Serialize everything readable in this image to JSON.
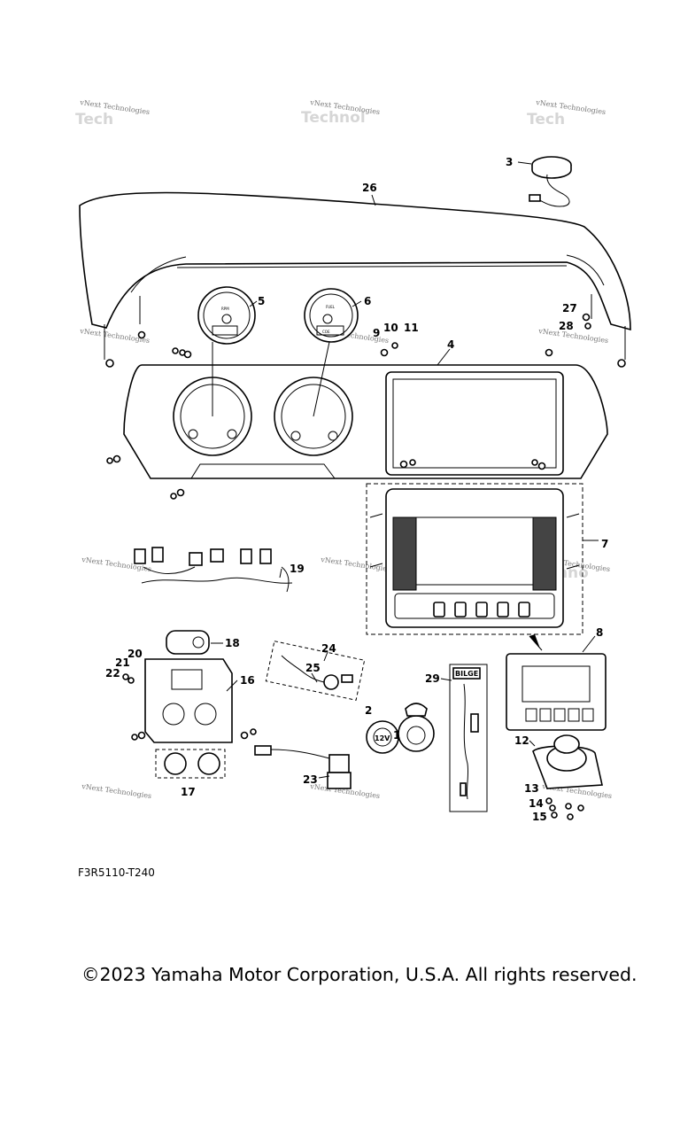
{
  "diagram_code": "F3R5110-T240",
  "copyright": "©2023 Yamaha Motor Corporation, U.S.A. All rights reserved.",
  "watermark_text": "vNext Technologies",
  "watermark_fragments": [
    "Tech",
    "Technol",
    "logies",
    "Techno"
  ],
  "switch_panel_label": "BILGE",
  "socket_label": "12V",
  "gauge_marks": {
    "rpm": "RPM",
    "fuel": "FUEL",
    "code": "COE"
  },
  "callouts": [
    "1",
    "2",
    "3",
    "4",
    "5",
    "6",
    "7",
    "8",
    "9",
    "10",
    "11",
    "12",
    "13",
    "14",
    "15",
    "16",
    "17",
    "18",
    "19",
    "20",
    "21",
    "22",
    "23",
    "24",
    "25",
    "26",
    "27",
    "28",
    "29"
  ],
  "colors": {
    "line": "#000000",
    "watermark": "#777777",
    "background": "#ffffff"
  }
}
